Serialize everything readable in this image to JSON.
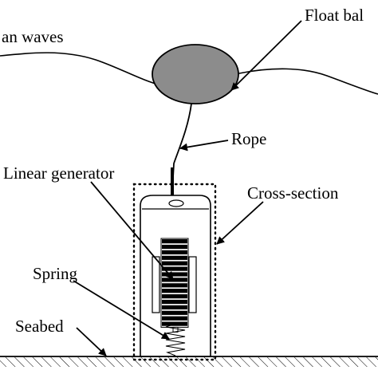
{
  "labels": {
    "float_ball": "Float bal",
    "ocean_waves": "an waves",
    "rope": "Rope",
    "linear_generator": "Linear generator",
    "cross_section": "Cross-section",
    "spring": "Spring",
    "seabed": "Seabed"
  },
  "colors": {
    "float_fill": "#8c8c8c",
    "line": "#000000",
    "background": "#ffffff"
  }
}
